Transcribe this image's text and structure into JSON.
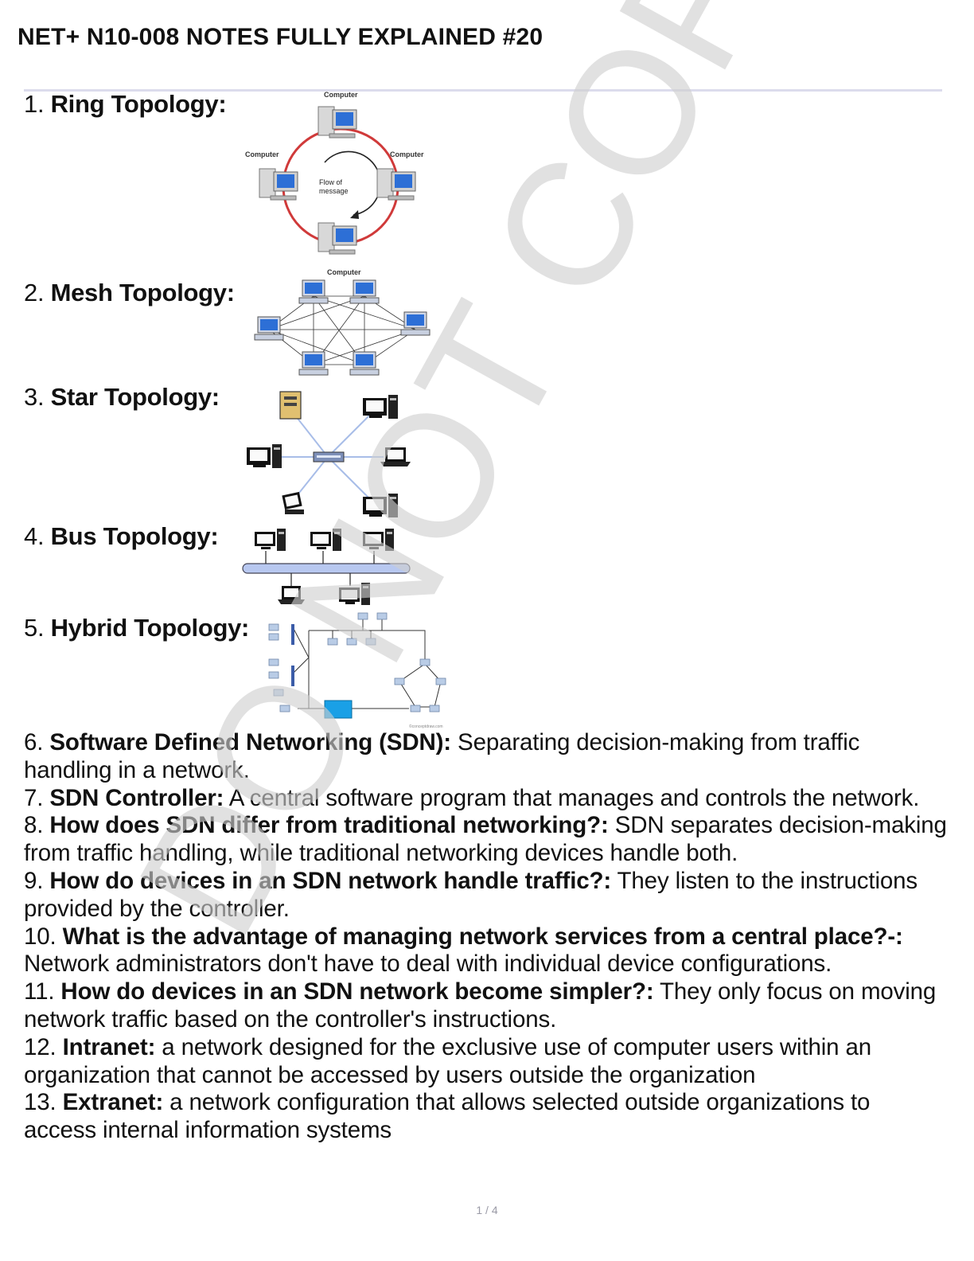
{
  "title": "NET+ N10-008  NOTES FULLY EXPLAINED #20",
  "topologies": [
    {
      "num": "1.",
      "label": "Ring Topology:"
    },
    {
      "num": "2.",
      "label": "Mesh Topology:"
    },
    {
      "num": "3.",
      "label": "Star Topology:"
    },
    {
      "num": "4.",
      "label": "Bus Topology:"
    },
    {
      "num": "5.",
      "label": "Hybrid Topology:"
    }
  ],
  "ring_figure": {
    "computer_label": "Computer",
    "flow_line1": "Flow of",
    "flow_line2": "message"
  },
  "hybrid_figure": {
    "credit": "©conceptdraw.com"
  },
  "notes": [
    {
      "num": "6.",
      "term": "Software Defined Networking (SDN):",
      "text": " Separating decision-making from traffic handling in a network."
    },
    {
      "num": "7.",
      "term": "SDN Controller:",
      "text": " A central software program that manages and controls the network."
    },
    {
      "num": "8.",
      "term": "How does SDN differ from traditional networking?:",
      "text": " SDN separates decision-making from traffic handling, while traditional networking devices handle both."
    },
    {
      "num": "9.",
      "term": "How do devices in an SDN network handle traffic?:",
      "text": " They listen to the instructions provided by the controller."
    },
    {
      "num": "10.",
      "term": "What is the advantage of managing network services from a central place?-:",
      "text": " Network administrators don't have to deal with individual device configurations."
    },
    {
      "num": "11.",
      "term": "How do devices in an SDN network become simpler?:",
      "text": " They only focus on moving network traffic based on the controller's instructions."
    },
    {
      "num": "12.",
      "term": "Intranet:",
      "text": " a network designed for the exclusive use of computer users within an organization that cannot be accessed by users outside the organization"
    },
    {
      "num": "13.",
      "term": "Extranet:",
      "text": " a network configuration that allows selected outside organizations to access internal information systems"
    }
  ],
  "watermark": "DO NOT COPY",
  "footer": "1 / 4",
  "colors": {
    "ring": "#d03a3a",
    "screen": "#2d6fd6",
    "bus": "#b8c8f0",
    "watermark": "#d0d0d0"
  }
}
